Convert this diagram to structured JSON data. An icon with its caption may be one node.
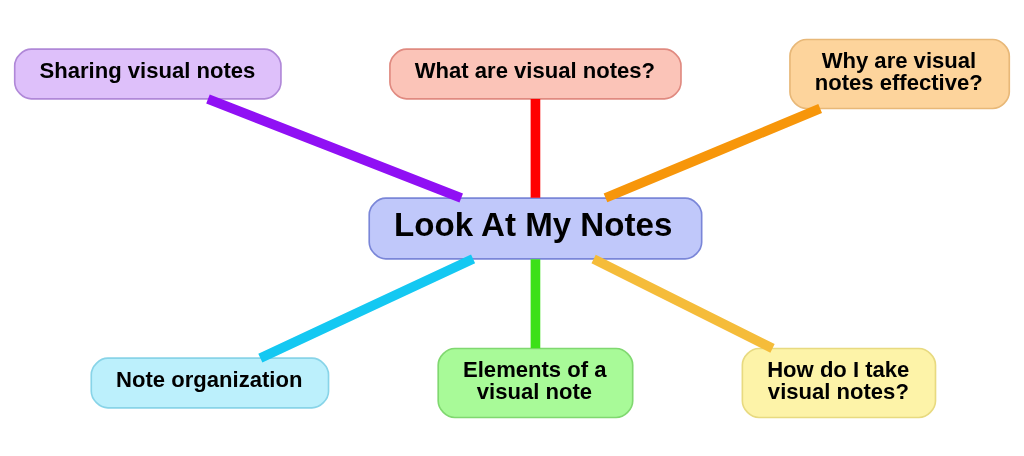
{
  "diagram": {
    "nodes": [
      {
        "text": [
          "Look At My Notes"
        ]
      },
      {
        "text": [
          "What are visual notes?"
        ]
      },
      {
        "text": [
          "Why are visual notes effective?"
        ]
      },
      {
        "text": [
          "How do I take visual notes?"
        ]
      },
      {
        "text": [
          "Elements of a visual note"
        ]
      },
      {
        "text": [
          "Note organization"
        ]
      },
      {
        "text": [
          "Sharing visual notes"
        ]
      }
    ],
    "edges": [
      {
        "from": 0,
        "to": 1,
        "arrow": "none",
        "color": "#ff0000"
      },
      {
        "from": 0,
        "to": 2,
        "arrow": "none",
        "color": "#f7960a"
      },
      {
        "from": 0,
        "to": 3,
        "arrow": "none",
        "color": "#f5bc3a"
      },
      {
        "from": 0,
        "to": 4,
        "arrow": "none",
        "color": "#3ce018"
      },
      {
        "from": 0,
        "to": 5,
        "arrow": "none",
        "color": "#14c8f2"
      },
      {
        "from": 0,
        "to": 6,
        "arrow": "none",
        "color": "#9010f4"
      }
    ]
  }
}
